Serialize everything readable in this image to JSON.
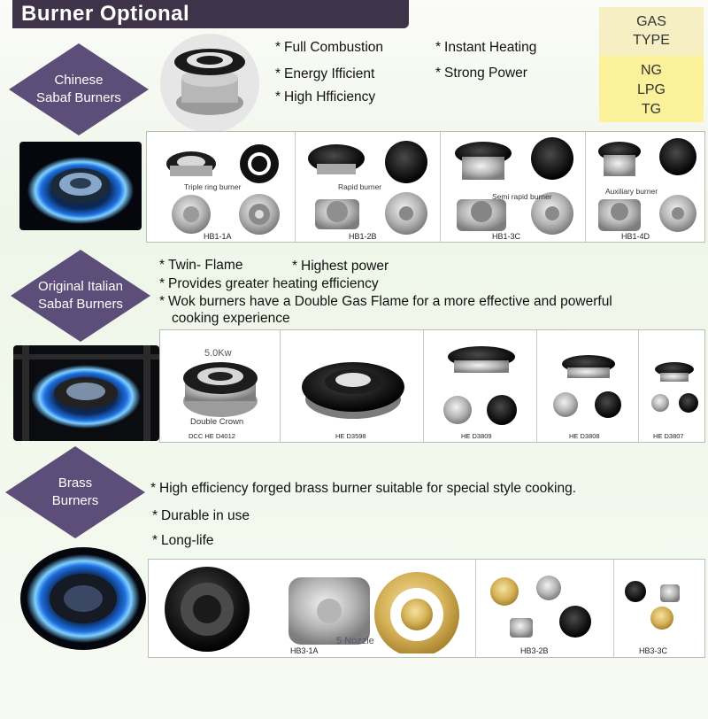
{
  "header": {
    "title": "Burner Optional"
  },
  "gas_type": {
    "label_line1": "GAS",
    "label_line2": "TYPE",
    "types": [
      "NG",
      "LPG",
      "TG"
    ]
  },
  "sections": {
    "chinese": {
      "name_line1": "Chinese",
      "name_line2": "Sabaf Burners",
      "features": [
        "Full Combustion",
        "Instant Heating",
        "Energy Ifficient",
        "Strong Power",
        "High Hfficiency"
      ],
      "products": [
        {
          "caption": "Triple ring burner",
          "code": "HB1-1A"
        },
        {
          "caption": "Rapid burner",
          "code": "HB1-2B"
        },
        {
          "caption": "Semi rapid burner",
          "code": "HB1-3C"
        },
        {
          "caption": "Auxiliary burner",
          "code": "HB1-4D"
        }
      ]
    },
    "italian": {
      "name_line1": "Original Italian",
      "name_line2": "Sabaf Burners",
      "features": [
        "Twin- Flame",
        "Highest power",
        "Provides greater heating efficiency",
        "Wok burners have a Double Gas Flame for a more effective and powerful",
        "cooking experience"
      ],
      "products": [
        {
          "power": "5.0Kw",
          "caption": "Double Crown",
          "code": "DCC HE D4012"
        },
        {
          "code": "HE D3598"
        },
        {
          "code": "HE D3809"
        },
        {
          "code": "HE D3808"
        },
        {
          "code": "HE D3807"
        }
      ]
    },
    "brass": {
      "name_line1": "Brass",
      "name_line2": "Burners",
      "features": [
        "High efficiency forged brass burner suitable for  special  style  cooking.",
        "Durable in use",
        "Long-life"
      ],
      "products": [
        {
          "caption": "5 Nozzle",
          "code": "HB3-1A"
        },
        {
          "code": "HB3-2B"
        },
        {
          "code": "HB3-3C"
        }
      ]
    }
  },
  "colors": {
    "header_bg": "#3e3348",
    "diamond": "#5c4d79",
    "gas_top": "#f6efc3",
    "gas_bottom": "#fbf19a"
  }
}
